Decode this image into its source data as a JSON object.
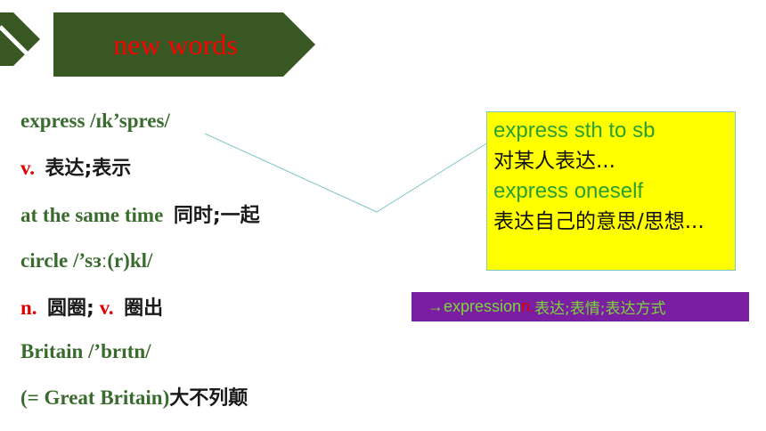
{
  "header": {
    "title": "new words"
  },
  "vocab": [
    {
      "word": "express ",
      "phonetic": "/ɪk’spres/"
    },
    {
      "pos": "v.",
      "meaning": "表达;表示"
    },
    {
      "word": "at the same time ",
      "meaning": "同时;一起"
    },
    {
      "word": "circle ",
      "phonetic": "/’sɜː(r)kl/"
    },
    {
      "pos": "n.",
      "meaning": "圆圈;",
      "pos2": "v.",
      "meaning2": "圈出"
    },
    {
      "word": "Britain ",
      "phonetic": "/’brɪtn/"
    },
    {
      "word": "(= Great Britain)",
      "meaning": "大不列颠"
    }
  ],
  "note_box": {
    "line1": "express sth to sb",
    "line2": "对某人表达...",
    "line3": "express oneself",
    "line4": "表达自己的意思/思想..."
  },
  "derivation": {
    "word": "→expression ",
    "pos": "n.",
    "meaning": "表达;表情;表达方式"
  },
  "colors": {
    "banner": "#385723",
    "title": "#ff0000",
    "vocab_green": "#3a6b2e",
    "pos_red": "#e00000",
    "note_bg": "#ffff00",
    "deriv_bg": "#7b1fa2",
    "deriv_text": "#7cd63a"
  }
}
